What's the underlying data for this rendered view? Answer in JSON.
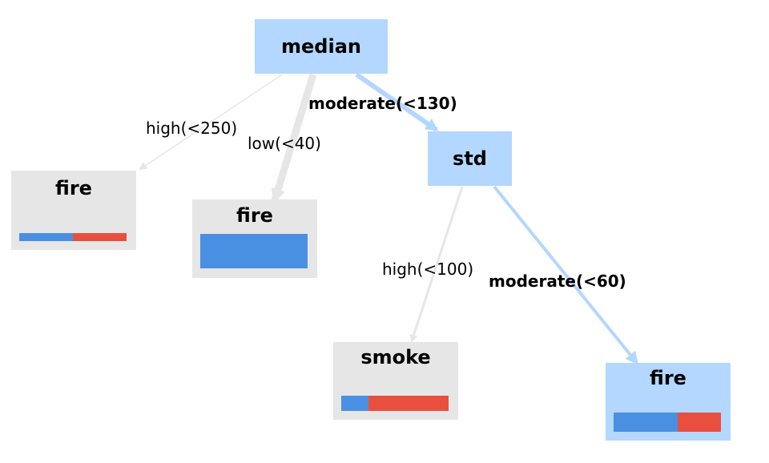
{
  "colors": {
    "fire": "#4a90e2",
    "smoke": "#e94f3f",
    "leaf_gray": "#e6e6e6",
    "highlight_blue": "#b3d7fe",
    "edge_gray": "#e6e6e6",
    "edge_blue": "#b3d7fe"
  },
  "nodes": {
    "root": {
      "label": "median"
    },
    "std": {
      "label": "std"
    },
    "leaf_high_250": {
      "label": "fire",
      "fractions": [
        0.5,
        0.5
      ]
    },
    "leaf_low_40": {
      "label": "fire",
      "fractions": [
        1.0,
        0.0
      ]
    },
    "leaf_high_100": {
      "label": "smoke",
      "fractions": [
        0.25,
        0.75
      ]
    },
    "leaf_moderate_60": {
      "label": "fire",
      "fractions": [
        0.6,
        0.4
      ]
    }
  },
  "edges": {
    "high_250": {
      "label": "high(<250)"
    },
    "low_40": {
      "label": "low(<40)"
    },
    "moderate_130": {
      "label": "moderate(<130)"
    },
    "high_100": {
      "label": "high(<100)"
    },
    "moderate_60": {
      "label": "moderate(<60)"
    }
  }
}
